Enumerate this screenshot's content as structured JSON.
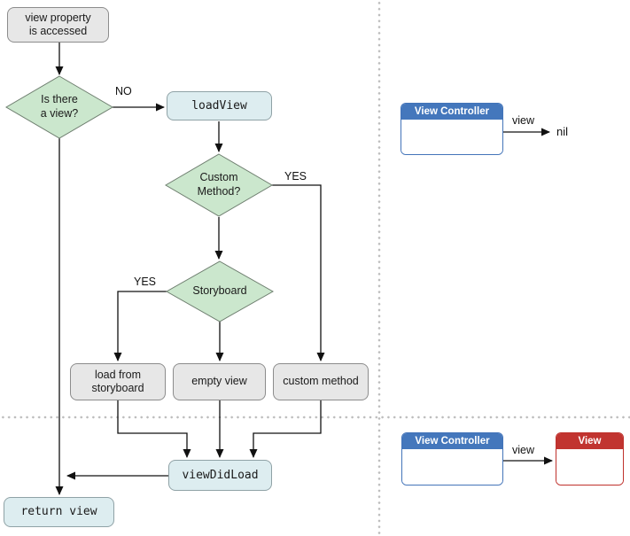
{
  "colors": {
    "diamond_fill": "#cbe7cd",
    "diamond_border": "#6f7f70",
    "gray_box_fill": "#e7e7e7",
    "gray_box_border": "#8c8c8c",
    "blue_box_fill": "#ddedf0",
    "blue_box_border": "#8fa2a6",
    "controller_header_blue": "#4477bc",
    "view_header_red": "#c13430",
    "connector_black": "#111111",
    "divider_dot_gray": "#bdbdbd"
  },
  "flowchart": {
    "nodes": {
      "view_property": "view property\nis accessed",
      "is_there_a_view": "Is there\na view?",
      "load_view": "loadView",
      "custom_method_question": "Custom\nMethod?",
      "storyboard_question": "Storyboard",
      "load_from_storyboard": "load from\nstoryboard",
      "empty_view": "empty view",
      "custom_method": "custom method",
      "view_did_load": "viewDidLoad",
      "return_view": "return view"
    },
    "edge_labels": {
      "no_branch": "NO",
      "yes_custom_method": "YES",
      "yes_storyboard": "YES"
    }
  },
  "objects": {
    "top": {
      "controller": "View Controller",
      "pointer": "view",
      "target": "nil"
    },
    "bottom": {
      "controller": "View Controller",
      "pointer": "view",
      "view": "View"
    }
  }
}
